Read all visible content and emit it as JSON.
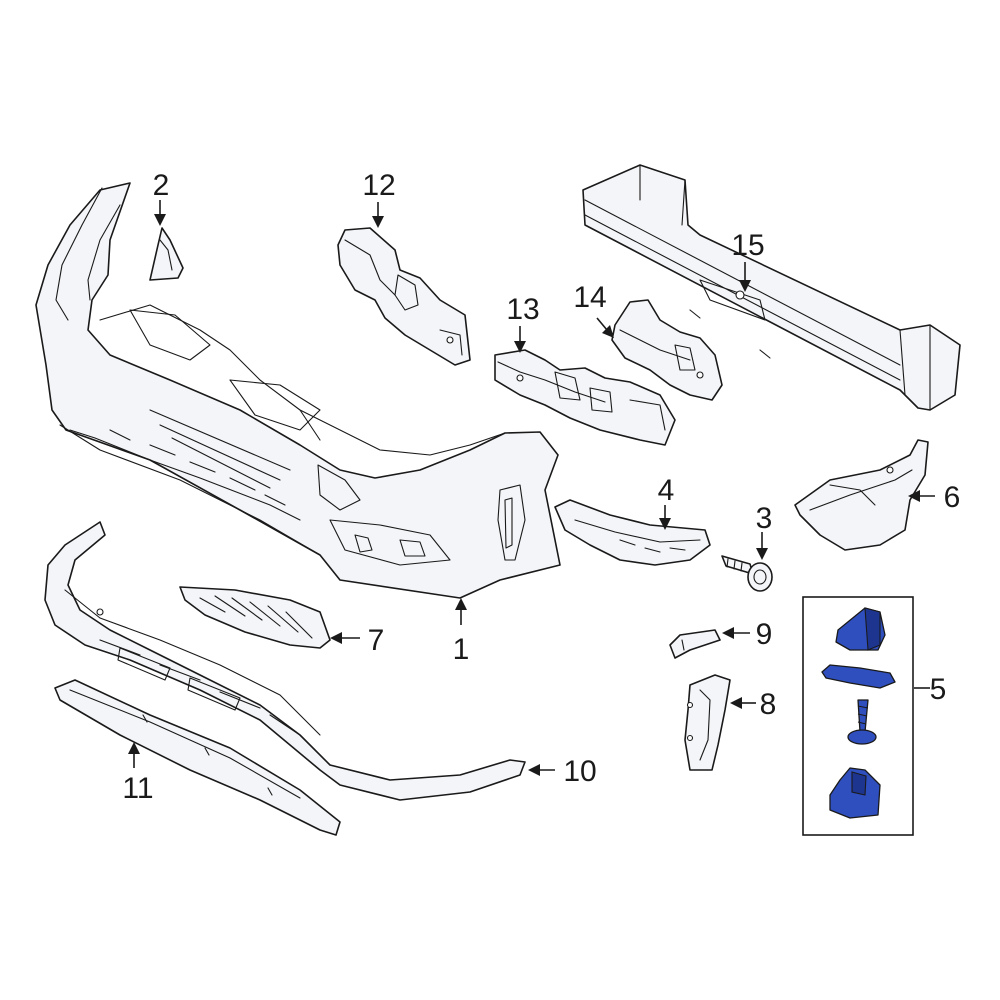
{
  "callouts": {
    "c1": "1",
    "c2": "2",
    "c3": "3",
    "c4": "4",
    "c5": "5",
    "c6": "6",
    "c7": "7",
    "c8": "8",
    "c9": "9",
    "c10": "10",
    "c11": "11",
    "c12": "12",
    "c13": "13",
    "c14": "14",
    "c15": "15"
  },
  "colors": {
    "line": "#1a1a1a",
    "part_fill": "#f4f5f8",
    "highlight": "#2f4fbf"
  }
}
